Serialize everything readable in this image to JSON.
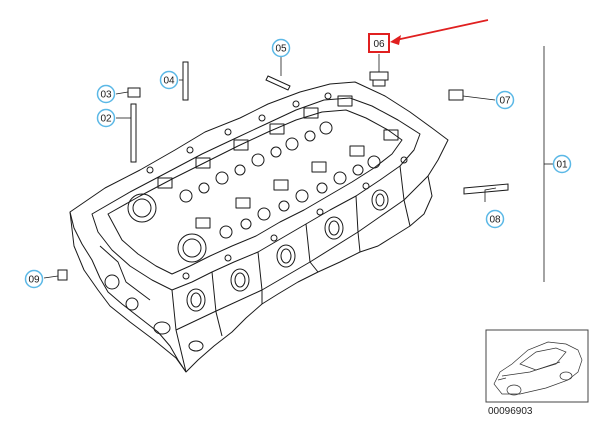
{
  "callouts": [
    {
      "id": "c01",
      "label": "01"
    },
    {
      "id": "c02",
      "label": "02"
    },
    {
      "id": "c03",
      "label": "03"
    },
    {
      "id": "c04",
      "label": "04"
    },
    {
      "id": "c05",
      "label": "05"
    },
    {
      "id": "c06",
      "label": "06"
    },
    {
      "id": "c07",
      "label": "07"
    },
    {
      "id": "c08",
      "label": "08"
    },
    {
      "id": "c09",
      "label": "09"
    }
  ],
  "highlighted_callout": "06",
  "reference_number": "00096903",
  "colors": {
    "callout_ring": "#5bb8e6",
    "highlight": "#e02020",
    "line": "#1a1a1a"
  },
  "icons": {
    "thumbnail": "car-icon"
  }
}
